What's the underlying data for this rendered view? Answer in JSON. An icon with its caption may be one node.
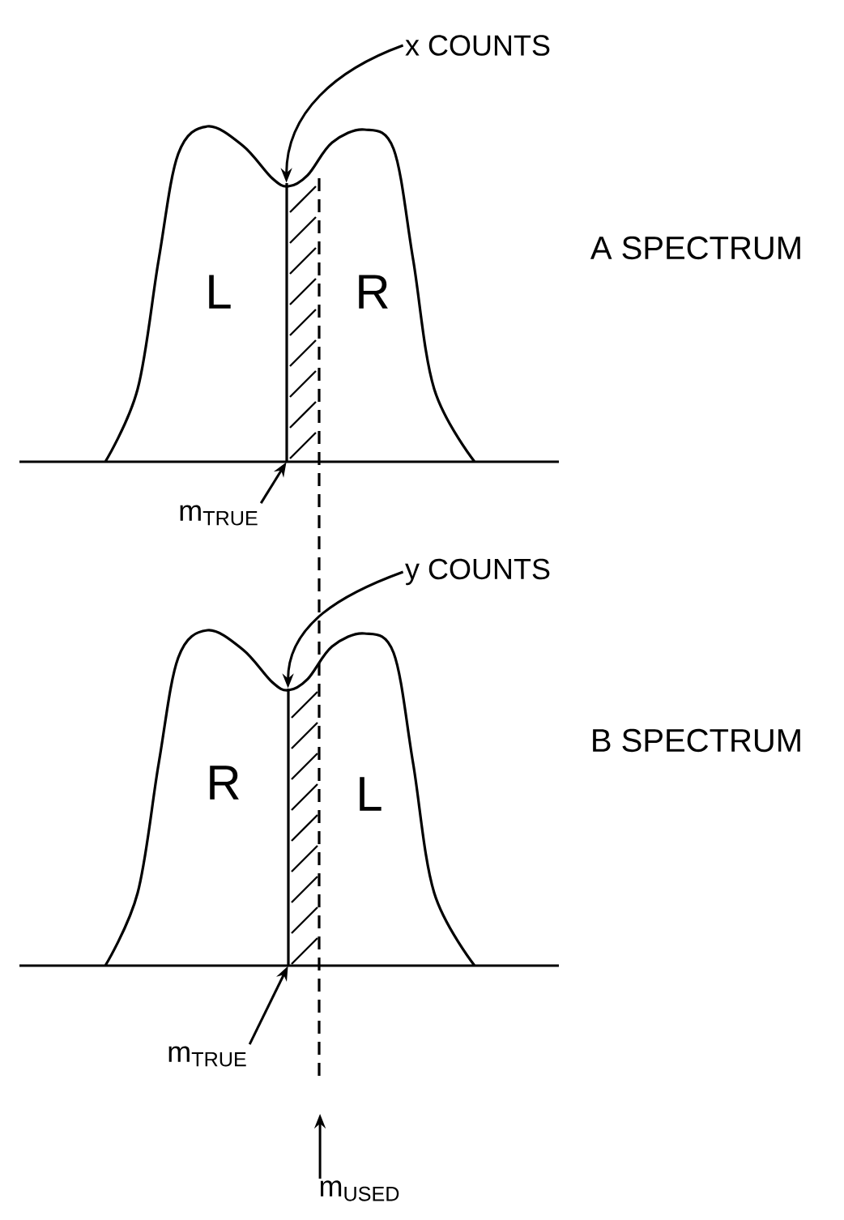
{
  "diagram": {
    "nodes": [
      {
        "text": [
          "x COUNTS"
        ]
      },
      {
        "text": [],
        "shape": "bar"
      },
      {
        "text": [
          "m$_{TRUE}$"
        ]
      },
      {
        "text": [
          "y COUNTS"
        ]
      },
      {
        "text": [],
        "shape": "bar"
      },
      {
        "text": [
          "m$_{TRUE}$"
        ]
      },
      {
        "text": [
          "m$_{USED}$"
        ]
      }
    ],
    "edges": [
      {
        "from": 0,
        "to": 1,
        "arrow": "to"
      },
      {
        "from": 2,
        "to": 1,
        "arrow": "to"
      },
      {
        "from": 3,
        "to": 4,
        "arrow": "to"
      },
      {
        "from": 5,
        "to": 4,
        "arrow": "to"
      },
      {
        "from": 6,
        "to": null,
        "arrow": "to"
      }
    ],
    "labels": [
      "L",
      "R",
      "A SPECTRUM",
      "R",
      "L",
      "B SPECTRUM"
    ]
  }
}
